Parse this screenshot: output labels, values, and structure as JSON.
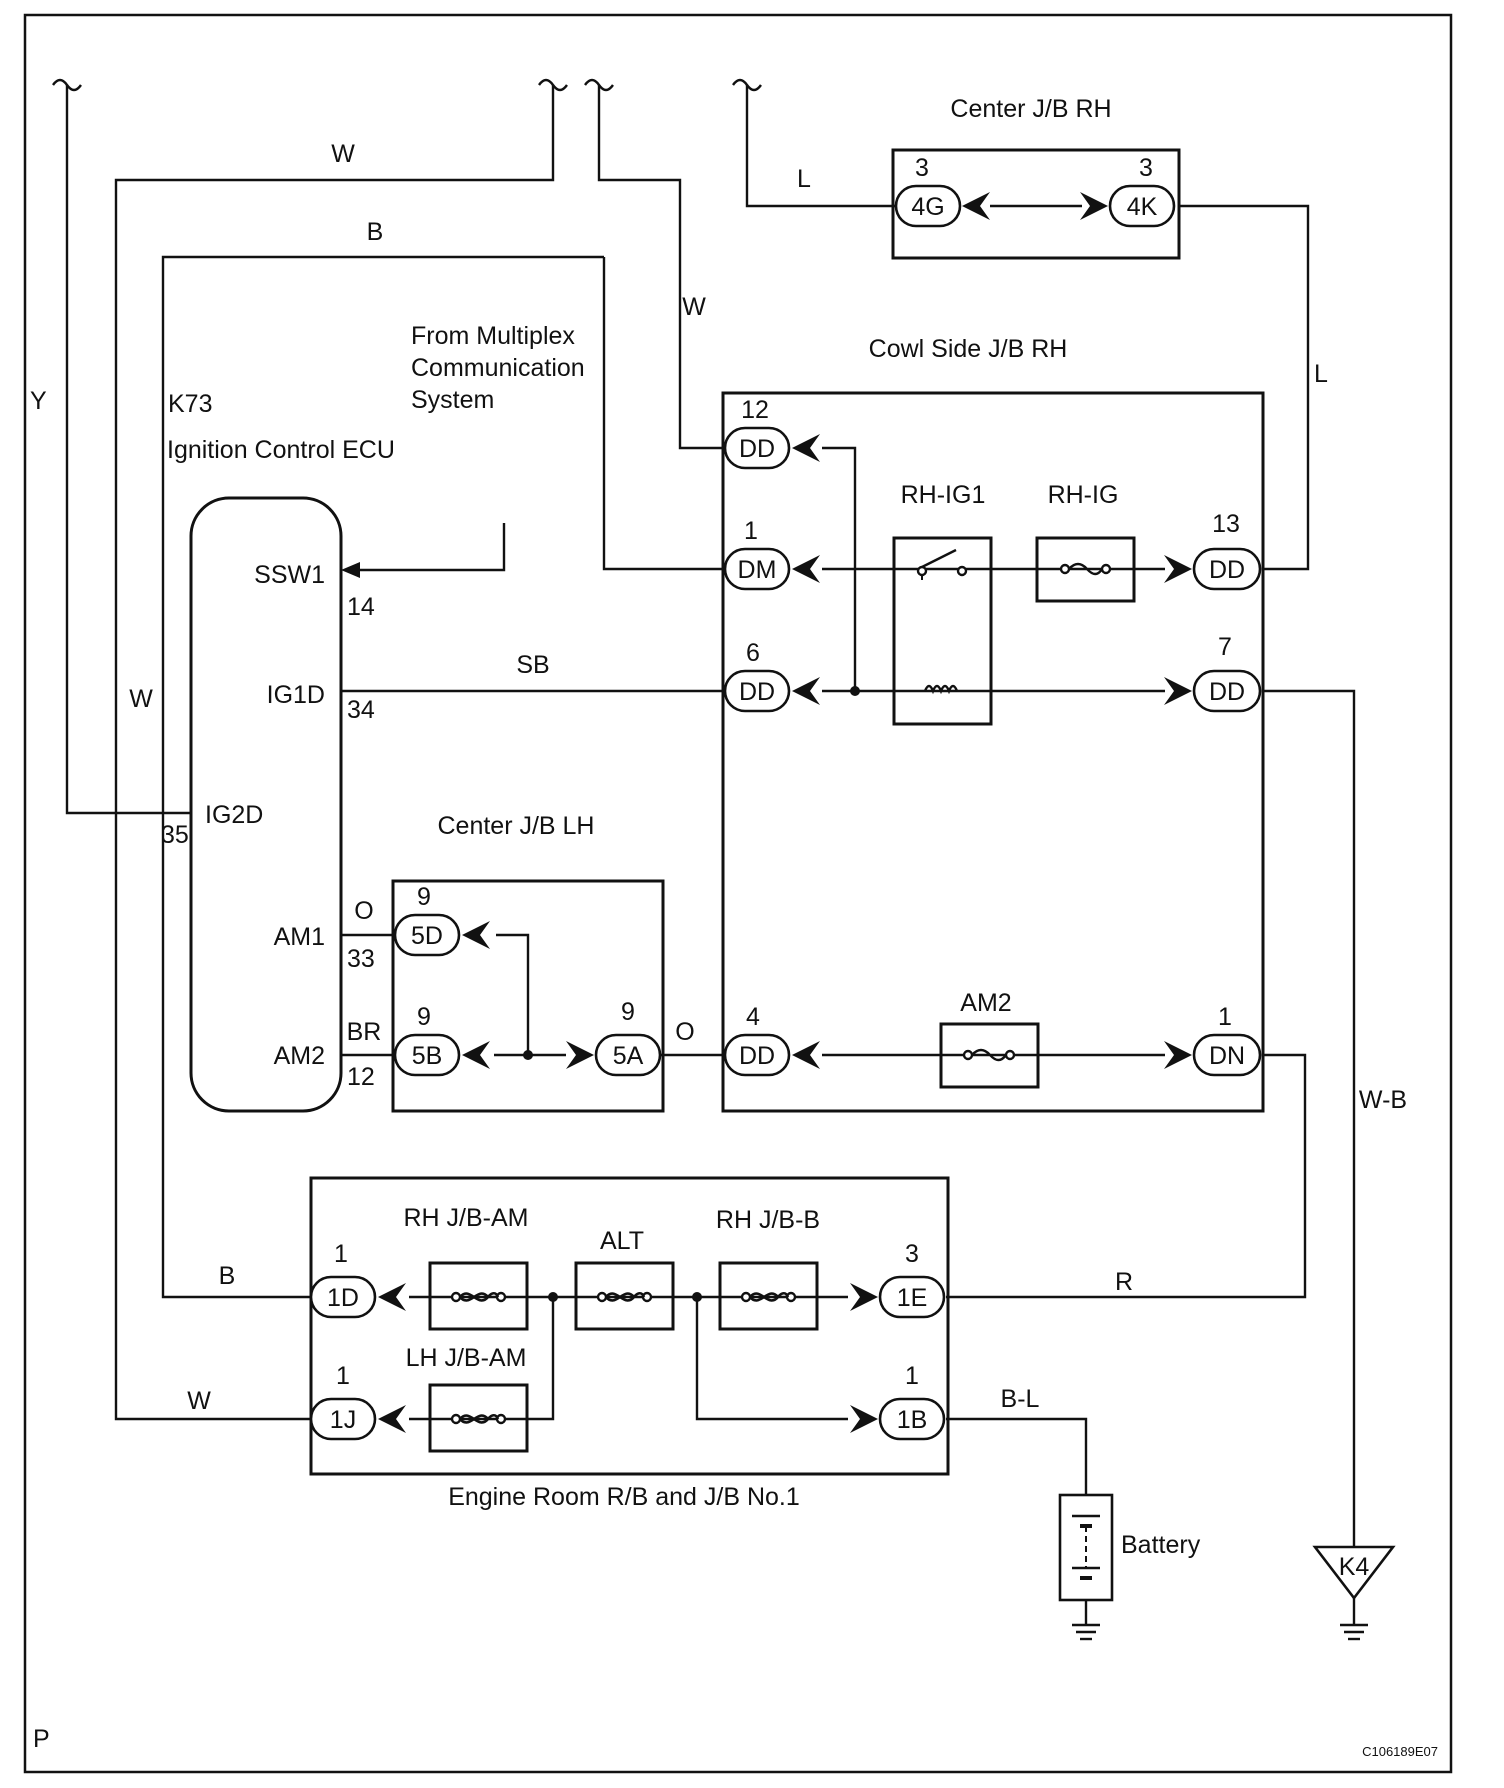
{
  "ecu": {
    "id": "K73",
    "name": "Ignition Control ECU",
    "pins": [
      {
        "name": "SSW1",
        "number": "14"
      },
      {
        "name": "IG1D",
        "number": "34"
      },
      {
        "name": "IG2D",
        "number": "35"
      },
      {
        "name": "AM1",
        "number": "33"
      },
      {
        "name": "AM2",
        "number": "12"
      }
    ]
  },
  "multiplex_note": [
    "From Multiplex",
    "Communication",
    "System"
  ],
  "center_jb_rh": {
    "title": "Center J/B RH",
    "connectors": [
      {
        "pin": "3",
        "code": "4G"
      },
      {
        "pin": "3",
        "code": "4K"
      }
    ]
  },
  "cowl_side_jb_rh": {
    "title": "Cowl Side J/B RH",
    "relay": "RH-IG1",
    "fuses": [
      "RH-IG",
      "AM2"
    ],
    "connectors": [
      {
        "pin": "12",
        "code": "DD"
      },
      {
        "pin": "1",
        "code": "DM"
      },
      {
        "pin": "6",
        "code": "DD"
      },
      {
        "pin": "4",
        "code": "DD"
      },
      {
        "pin": "13",
        "code": "DD"
      },
      {
        "pin": "7",
        "code": "DD"
      },
      {
        "pin": "1",
        "code": "DN"
      }
    ]
  },
  "center_jb_lh": {
    "title": "Center J/B LH",
    "connectors": [
      {
        "pin": "9",
        "code": "5D"
      },
      {
        "pin": "9",
        "code": "5B"
      },
      {
        "pin": "9",
        "code": "5A"
      }
    ]
  },
  "engine_room_rb": {
    "title": "Engine Room R/B and J/B No.1",
    "fuses": [
      "RH J/B-AM",
      "ALT",
      "RH J/B-B",
      "LH J/B-AM"
    ],
    "connectors": [
      {
        "pin": "1",
        "code": "1D"
      },
      {
        "pin": "1",
        "code": "1J"
      },
      {
        "pin": "3",
        "code": "1E"
      },
      {
        "pin": "1",
        "code": "1B"
      }
    ]
  },
  "wires": {
    "y": "Y",
    "w_top": "W",
    "b_top": "B",
    "w_dd12": "W",
    "l_4g": "L",
    "l_right": "L",
    "w_left": "W",
    "sb": "SB",
    "o_am1": "O",
    "br_am2": "BR",
    "o_5a": "O",
    "wb": "W-B",
    "b_1d": "B",
    "r_1e": "R",
    "w_1j": "W",
    "bl_1b": "B-L"
  },
  "battery": "Battery",
  "ground": "K4",
  "page_letter": "P",
  "figure_code": "C106189E07"
}
